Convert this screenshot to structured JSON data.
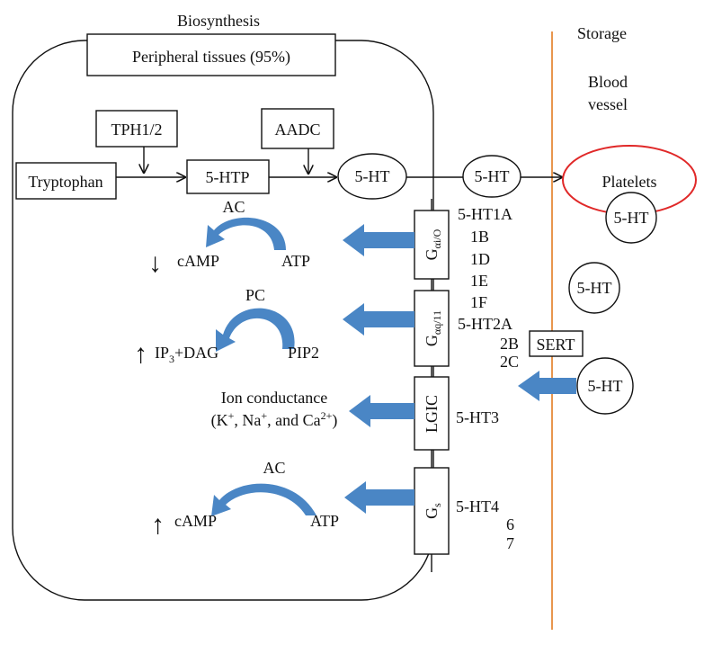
{
  "header": {
    "biosynthesis": "Biosynthesis",
    "peripheral": "Peripheral tissues (95%)",
    "storage": "Storage",
    "blood_vessel_line1": "Blood",
    "blood_vessel_line2": "vessel"
  },
  "pathway": {
    "tph": "TPH1/2",
    "aadc": "AADC",
    "tryptophan": "Tryptophan",
    "htp": "5-HTP",
    "ht_inside": "5-HT",
    "ht_boundary": "5-HT",
    "platelets": "Platelets",
    "ht_platelet": "5-HT",
    "ht_free": "5-HT",
    "ht_sert": "5-HT",
    "sert": "SERT"
  },
  "receptors": {
    "g1": {
      "base": "G",
      "sub": "αi/O"
    },
    "g2": {
      "base": "G",
      "sub": "αq/11"
    },
    "lgic": "LGIC",
    "g4": {
      "base": "G",
      "sub": "s"
    }
  },
  "subtypes": {
    "a1": "5-HT1A",
    "a2": "1B",
    "a3": "1D",
    "a4": "1E",
    "a5": "1F",
    "b1": "5-HT2A",
    "b2": "2B",
    "b3": "2C",
    "c1": "5-HT3",
    "d1": "5-HT4",
    "d2": "6",
    "d3": "7"
  },
  "effects": {
    "ac1": "AC",
    "camp1": "cAMP",
    "atp1": "ATP",
    "down_arrow": "↓",
    "pc": "PC",
    "ip3_a": "IP",
    "ip3_sub": "3",
    "ip3_b": "+DAG",
    "pip2": "PIP2",
    "up_arrow1": "↑",
    "ion1": "Ion conductance",
    "ion2_a": "(K",
    "ion2_sup1": "+",
    "ion2_b": ", Na",
    "ion2_sup2": "+",
    "ion2_c": ", and Ca",
    "ion2_sup3": "2+",
    "ion2_d": ")",
    "ac2": "AC",
    "camp2": "cAMP",
    "atp2": "ATP",
    "up_arrow2": "↑"
  }
}
